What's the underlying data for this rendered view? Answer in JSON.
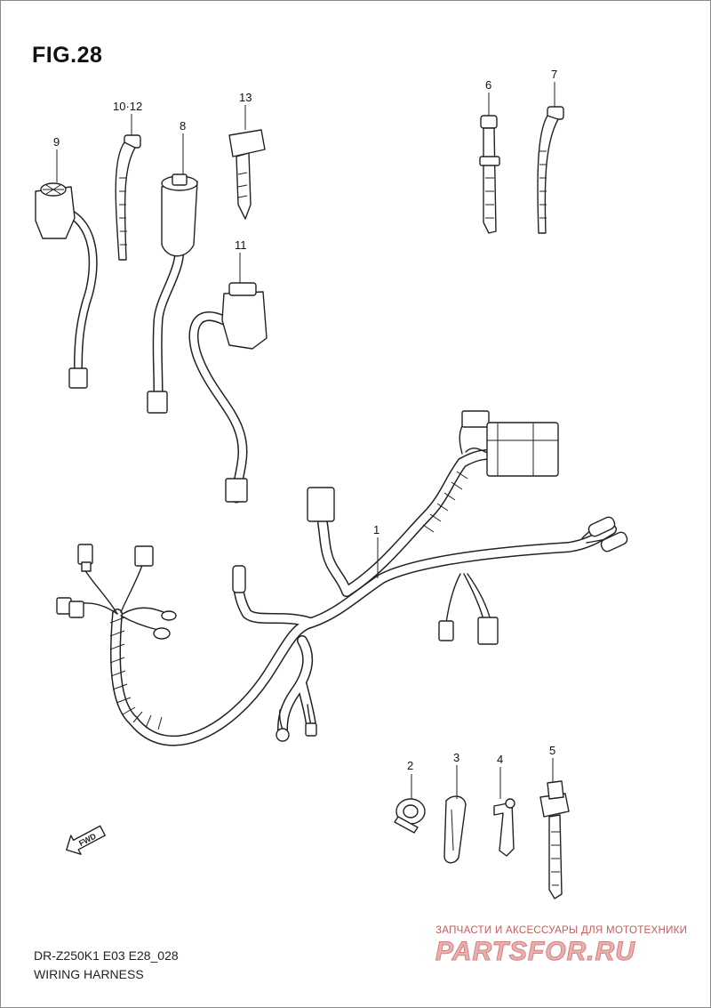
{
  "header": {
    "figure_label": "FIG.28"
  },
  "footer": {
    "model_code": "DR-Z250K1 E03 E28_028",
    "section_name": "WIRING HARNESS"
  },
  "direction_marker": {
    "label": "FWD",
    "icon": "fwd-arrow-icon"
  },
  "watermark": {
    "caption": "ЗАПЧАСТИ И АКСЕССУАРЫ ДЛЯ МОТОТЕХНИКИ",
    "logo_text": "PARTSFOR.RU",
    "color": "#e9b0b0"
  },
  "callouts": [
    {
      "id": "1",
      "label": "1"
    },
    {
      "id": "2",
      "label": "2"
    },
    {
      "id": "3",
      "label": "3"
    },
    {
      "id": "4",
      "label": "4"
    },
    {
      "id": "5",
      "label": "5"
    },
    {
      "id": "6",
      "label": "6"
    },
    {
      "id": "7",
      "label": "7"
    },
    {
      "id": "8",
      "label": "8"
    },
    {
      "id": "9",
      "label": "9"
    },
    {
      "id": "10-12",
      "label": "10·12"
    },
    {
      "id": "11",
      "label": "11"
    },
    {
      "id": "13",
      "label": "13"
    }
  ]
}
